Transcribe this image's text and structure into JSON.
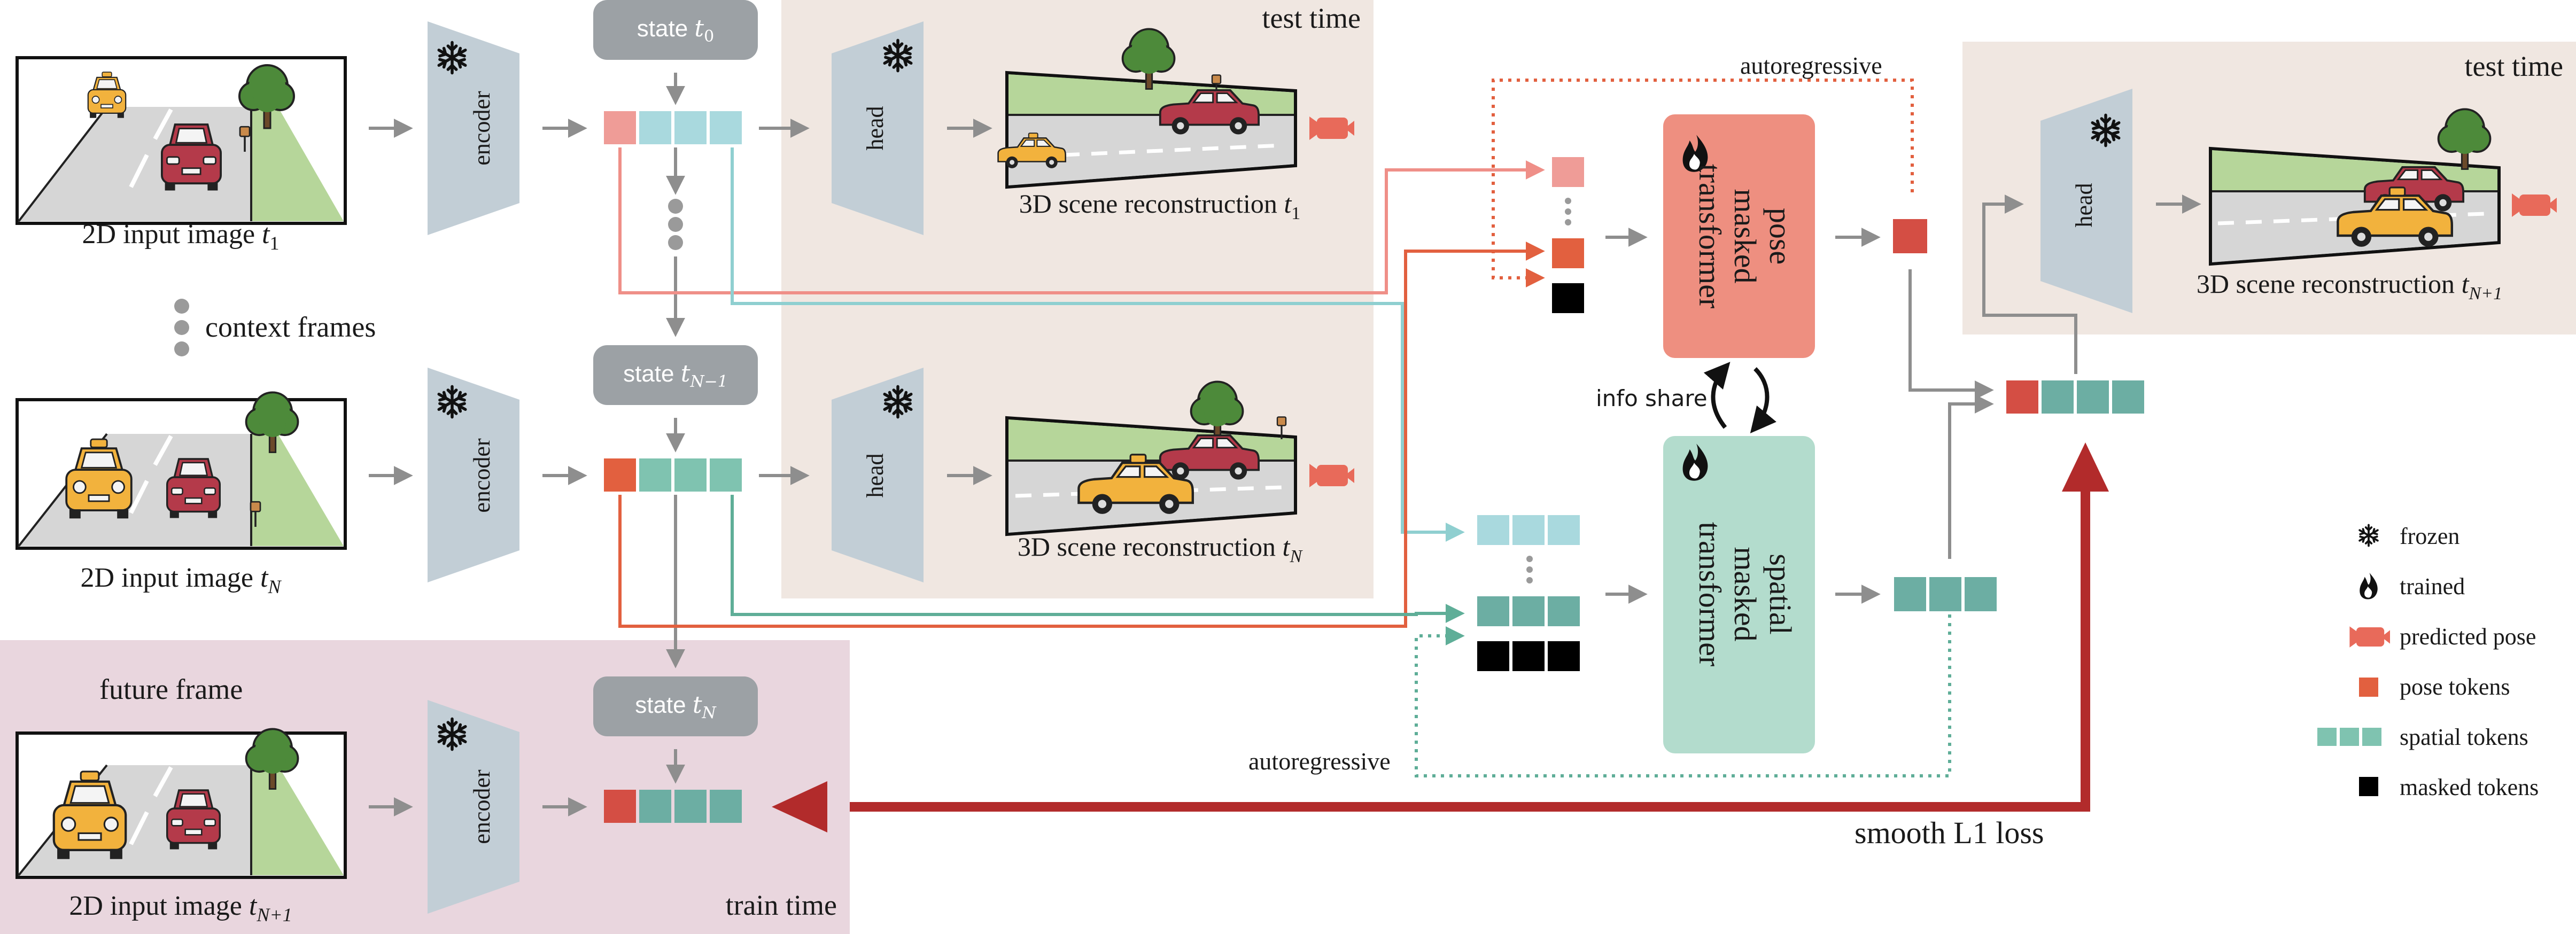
{
  "regions": {
    "test_time_1": "test time",
    "test_time_2": "test time",
    "train_time": "train time"
  },
  "inputs": {
    "image_t1": {
      "base": "2D input image ",
      "var": "t",
      "sub": "1"
    },
    "image_tN": {
      "base": "2D input image ",
      "var": "t",
      "sub": "N"
    },
    "image_tN1": {
      "base": "2D input image ",
      "var": "t",
      "sub": "N+1"
    },
    "context_frames": "context frames",
    "future_frame": "future frame"
  },
  "modules": {
    "encoder": "encoder",
    "head": "head",
    "pose_transformer": [
      "pose",
      "masked",
      "transformer"
    ],
    "spatial_transformer": [
      "spatial",
      "masked",
      "transformer"
    ]
  },
  "states": {
    "s0": {
      "base": "state ",
      "var": "t",
      "sub": "0"
    },
    "sN1": {
      "base": "state ",
      "var": "t",
      "sub": "N−1"
    },
    "sN": {
      "base": "state ",
      "var": "t",
      "sub": "N"
    }
  },
  "reconstructions": {
    "r1": {
      "base": "3D scene reconstruction ",
      "var": "t",
      "sub": "1"
    },
    "rN": {
      "base": "3D scene reconstruction ",
      "var": "t",
      "sub": "N"
    },
    "rN1": {
      "base": "3D scene reconstruction ",
      "var": "t",
      "sub": "N+1"
    }
  },
  "annotations": {
    "autoregressive_top": "autoregressive",
    "autoregressive_bottom": "autoregressive",
    "info_share": "info share",
    "loss": "smooth L1 loss"
  },
  "legend": [
    {
      "icon": "snowflake-icon",
      "label": "frozen"
    },
    {
      "icon": "flame-icon",
      "label": "trained"
    },
    {
      "icon": "camera-icon",
      "label": "predicted pose"
    },
    {
      "icon": "pose-token-icon",
      "label": "pose tokens"
    },
    {
      "icon": "spatial-tokens-icon",
      "label": "spatial tokens"
    },
    {
      "icon": "masked-token-icon",
      "label": "masked tokens"
    }
  ],
  "colors": {
    "test_region": "#f0e7e1",
    "train_region": "#e9d6de",
    "encoder": "#c2ced6",
    "state": "#9ca1a5",
    "pose_dark": "#e2603f",
    "pose_light": "#ef9c97",
    "pose_transformer": "#ee8f80",
    "spatial_light": "#a9d9de",
    "spatial_dark": "#6caea3",
    "spatial_transformer": "#b3dccd",
    "loss_arrow": "#b22b2b",
    "arrow": "#8e8e8e"
  }
}
